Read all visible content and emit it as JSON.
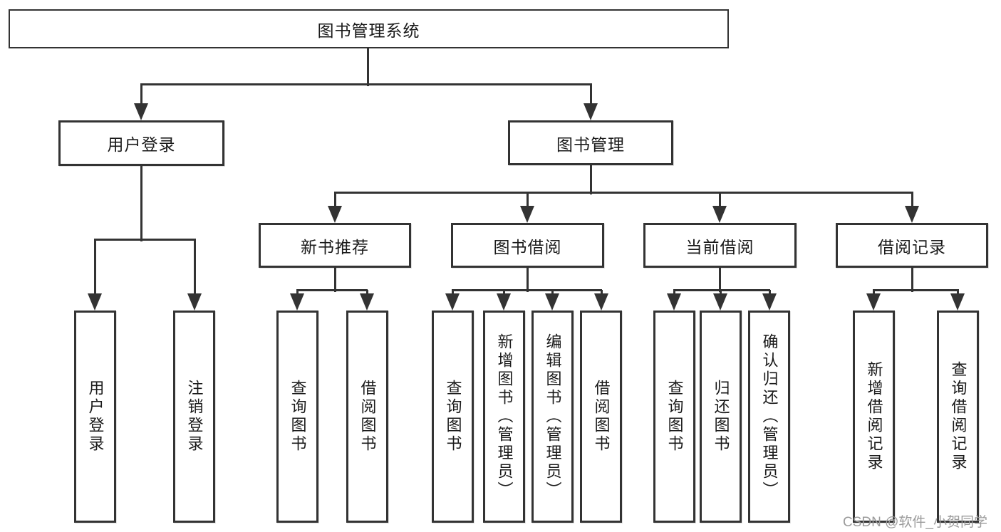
{
  "diagram": {
    "root": {
      "label": "图书管理系统"
    },
    "level2": [
      {
        "label": "用户登录"
      },
      {
        "label": "图书管理"
      }
    ],
    "level3": [
      {
        "label": "新书推荐"
      },
      {
        "label": "图书借阅"
      },
      {
        "label": "当前借阅"
      },
      {
        "label": "借阅记录"
      }
    ],
    "leaves": {
      "user": [
        "用户登录",
        "注销登录"
      ],
      "newbook": [
        "查询图书",
        "借阅图书"
      ],
      "borrow": [
        "查询图书",
        "新增图书（管理员）",
        "编辑图书（管理员）",
        "借阅图书"
      ],
      "current": [
        "查询图书",
        "归还图书",
        "确认归还（管理员）"
      ],
      "records": [
        "新增借阅记录",
        "查询借阅记录"
      ]
    }
  },
  "colors": {
    "line": "#333333",
    "background": "#ffffff",
    "watermark": "#9b9b9b"
  },
  "watermark": "CSDN @软件_小贺同学"
}
